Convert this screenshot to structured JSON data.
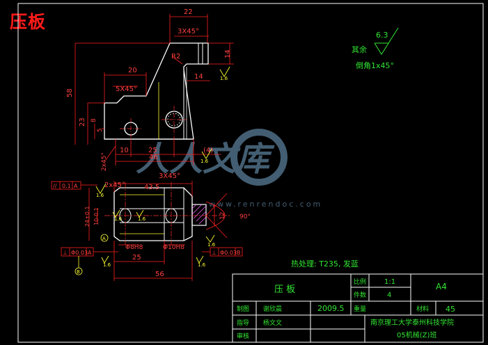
{
  "header": {
    "title": "压板"
  },
  "colors": {
    "background": "#000000",
    "outline": "#ffffff",
    "dimension": "#ff2020",
    "text_green": "#32e632",
    "text_yellow": "#ffff33",
    "centerline": "#ff3030",
    "hatch": "#ff66ff",
    "watermark": "#4f6f86"
  },
  "dimensions": {
    "top_view": {
      "d22": "22",
      "chamfer_top": "3X45°",
      "d14_right": "14",
      "r2": "R2",
      "d14_small": "14",
      "d20": "20",
      "chamfer_left": "5X45°",
      "d58": "58",
      "d23": "23",
      "d8": "8",
      "d5": "5",
      "d10": "10",
      "d25": "25",
      "d4": "(4)",
      "d46": "46",
      "chamfer_side": "2x45°"
    },
    "front_view": {
      "chamfer_a": "2x45°",
      "chamfer_b": "3X45°",
      "d43_5": "43.5",
      "d24": "24±0.1",
      "d10": "10-0.1",
      "d12": "12",
      "angle90": "90°",
      "hole8": "Φ8H8",
      "hole10": "Φ10H8",
      "d25": "25",
      "d56": "56"
    }
  },
  "tolerances": {
    "parallel": {
      "symbol": "//",
      "value": "0.1",
      "datum": "A"
    },
    "position1": {
      "symbol": "⊥",
      "value": "Φ0.03",
      "datum": "A"
    },
    "position2": {
      "symbol": "⊥",
      "value": "Φ0.03",
      "datum": "B"
    },
    "datum_a": "A",
    "datum_b": "B"
  },
  "roughness": {
    "values": [
      "1.6",
      "1.6",
      "1.6",
      "1.6",
      "1.6",
      "1.6",
      "1.6",
      "1.6"
    ],
    "general": "6.3",
    "general_label": "其余",
    "chamfer_note": "倒角1x45°"
  },
  "notes": {
    "heat_treat": "热处理: T235, 发蓝"
  },
  "watermark": {
    "brand": "人人文库",
    "url": "www.renrendoc.com"
  },
  "title_block": {
    "part_name": "压 板",
    "scale_label": "比例",
    "scale_value": "1:1",
    "qty_label": "件数",
    "qty_value": "4",
    "sheet": "A4",
    "weight_label": "重量",
    "material_label": "材料",
    "material_value": "45",
    "drawn_label": "制图",
    "drawn_name": "谢欣晨",
    "date": "2009.5",
    "check_label": "指导",
    "check_name": "杨文文",
    "review_label": "审核",
    "school": "南京理工大学泰州科技学院",
    "class": "05机械(Z)班"
  }
}
